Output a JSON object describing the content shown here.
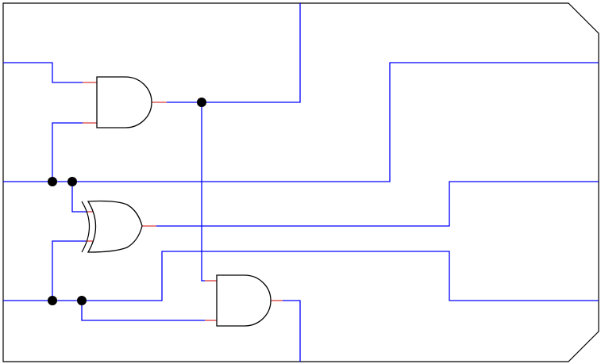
{
  "colors": {
    "wire": "#0000ff",
    "pin": "#d83a3a",
    "gate_stroke": "#000000",
    "background": "#ffffff"
  },
  "gates": [
    {
      "type": "AND",
      "name": "and-gate-top"
    },
    {
      "type": "XOR",
      "name": "xor-gate"
    },
    {
      "type": "AND",
      "name": "and-gate-bottom"
    }
  ]
}
